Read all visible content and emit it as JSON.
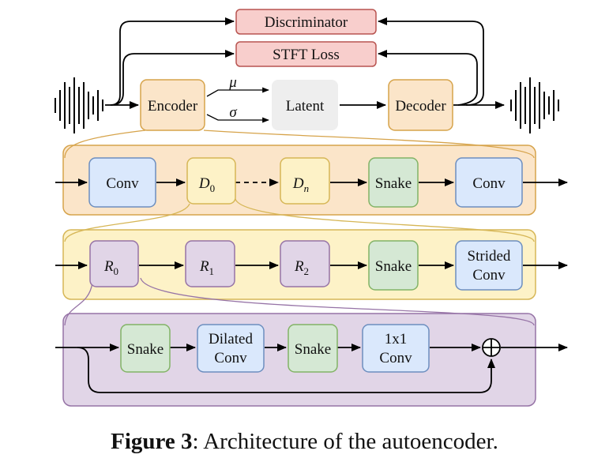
{
  "top": {
    "discriminator": "Discriminator",
    "stft_loss": "STFT Loss",
    "encoder": "Encoder",
    "mu": "μ",
    "sigma": "σ",
    "latent": "Latent",
    "decoder": "Decoder"
  },
  "encoder_row": {
    "conv1": "Conv",
    "d0_main": "D",
    "d0_sub": "0",
    "dn_main": "D",
    "dn_sub": "n",
    "snake": "Snake",
    "conv2": "Conv"
  },
  "block_row": {
    "r0_main": "R",
    "r0_sub": "0",
    "r1_main": "R",
    "r1_sub": "1",
    "r2_main": "R",
    "r2_sub": "2",
    "snake": "Snake",
    "strided_l1": "Strided",
    "strided_l2": "Conv"
  },
  "residual_row": {
    "snake1": "Snake",
    "dilated_l1": "Dilated",
    "dilated_l2": "Conv",
    "snake2": "Snake",
    "onexone_l1": "1x1",
    "onexone_l2": "Conv"
  },
  "caption": {
    "label": "Figure 3",
    "text": ": Architecture of the autoencoder."
  },
  "colors": {
    "red_fill": "#f8cecc",
    "red_stroke": "#b85450",
    "orange_fill": "#fbe5c9",
    "orange_stroke": "#d6a34a",
    "yellow_fill": "#fdf2c7",
    "yellow_stroke": "#d6b656",
    "blue_fill": "#dae8fc",
    "blue_stroke": "#6c8ebf",
    "green_fill": "#d5e8d4",
    "green_stroke": "#82b366",
    "purple_fill": "#e1d5e7",
    "purple_stroke": "#9673a6",
    "gray_fill": "#eeeeee"
  }
}
